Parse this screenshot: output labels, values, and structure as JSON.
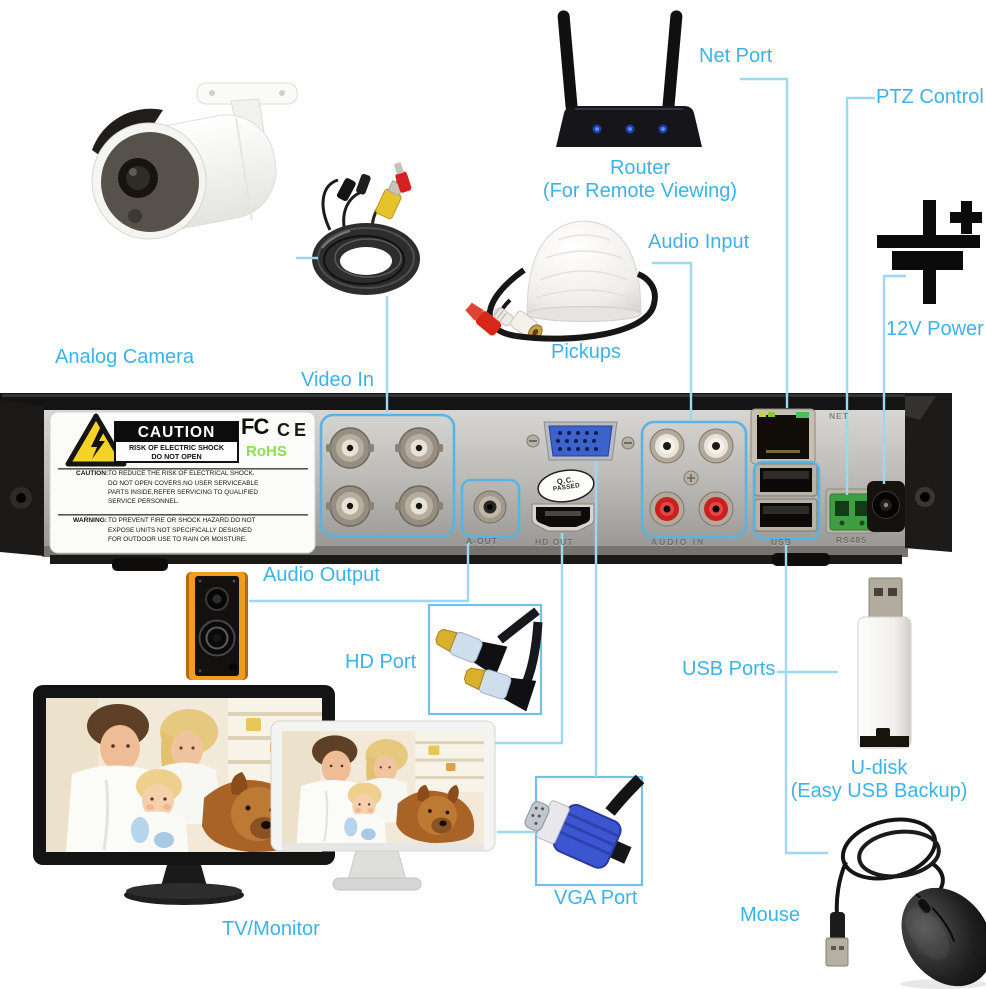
{
  "colors": {
    "label_text": "#3cb2e8",
    "callout_line": "#9cd8f2",
    "panel_highlight_box": "#58b4e4",
    "rohs_green": "#8ddd55"
  },
  "labels": {
    "analog_camera": "Analog Camera",
    "video_in": "Video In",
    "net_port": "Net Port",
    "router_name": "Router",
    "router_sub": "(For Remote Viewing)",
    "audio_input": "Audio Input",
    "pickups": "Pickups",
    "ptz_control": "PTZ Control",
    "power_12v": "12V Power",
    "audio_output": "Audio Output",
    "hd_port": "HD Port",
    "vga_port": "VGA Port",
    "usb_ports": "USB Ports",
    "udisk_name": "U-disk",
    "udisk_sub": "(Easy USB Backup)",
    "mouse": "Mouse",
    "tv_monitor": "TV/Monitor"
  },
  "dvr": {
    "caution_box": {
      "title": "CAUTION",
      "line1": "RISK OF ELECTRIC SHOCK",
      "line2": "DO NOT OPEN"
    },
    "certifications": {
      "fcc": "FC",
      "ce": "CE",
      "rohs": "RoHS"
    },
    "caution_note": {
      "label": "CAUTION:",
      "lines": [
        "TO REDUCE THE RISK OF ELECTRICAL SHOCK.",
        "DO NOT OPEN COVERS.NO USER SERVICEABLE",
        "PARTS INSIDE,REFER SERVICING TO QUALIFIED",
        "SERVICE PERSONNEL."
      ]
    },
    "warning_note": {
      "label": "WARNING:",
      "lines": [
        "TO PREVENT FIRE OR SHOCK HAZARD.DO NOT",
        "EXPOSE UNITS NOT SPECIFICALLY DESIGNED",
        "FOR OUTDOOR USE TO RAIN OR MOISTURE."
      ]
    },
    "qc_sticker": {
      "line1": "Q.C.",
      "line2": "PASSED"
    },
    "port_labels": {
      "a_out": "A-OUT",
      "hd_out": "HD OUT",
      "audio_in": "AUDIO IN",
      "usb": "USB",
      "rs485": "RS485",
      "net": "NET"
    }
  }
}
